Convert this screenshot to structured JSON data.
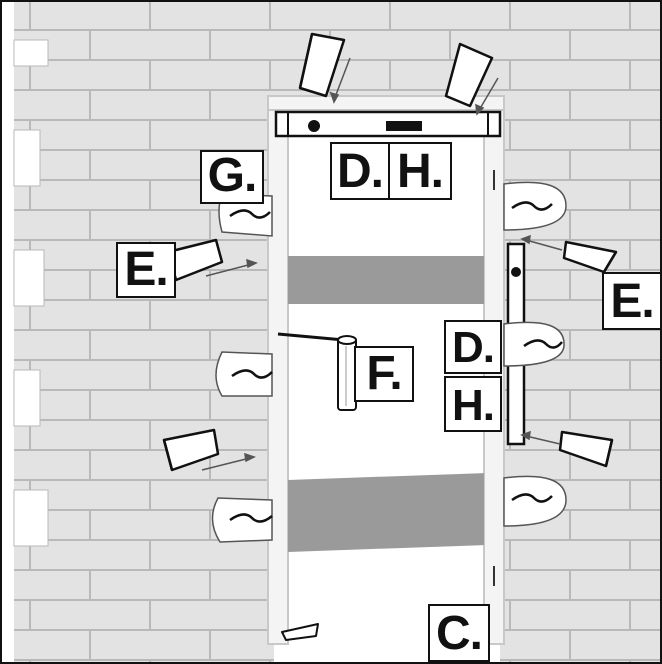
{
  "labels": {
    "c": "C.",
    "d_top": "D.",
    "h_top": "H.",
    "d_side": "D.",
    "h_side": "H.",
    "e_left": "E.",
    "e_right": "E.",
    "f": "F.",
    "g": "G."
  },
  "icons": {
    "wedge": "wedge-icon",
    "glue": "glue-squiggle-icon",
    "level": "spirit-level-icon",
    "foam": "foam-gun-icon"
  },
  "colors": {
    "brick_fill": "#e3e3e3",
    "brick_line": "#b9b9b9",
    "outline": "#111111",
    "band": "#9a9a9a"
  }
}
